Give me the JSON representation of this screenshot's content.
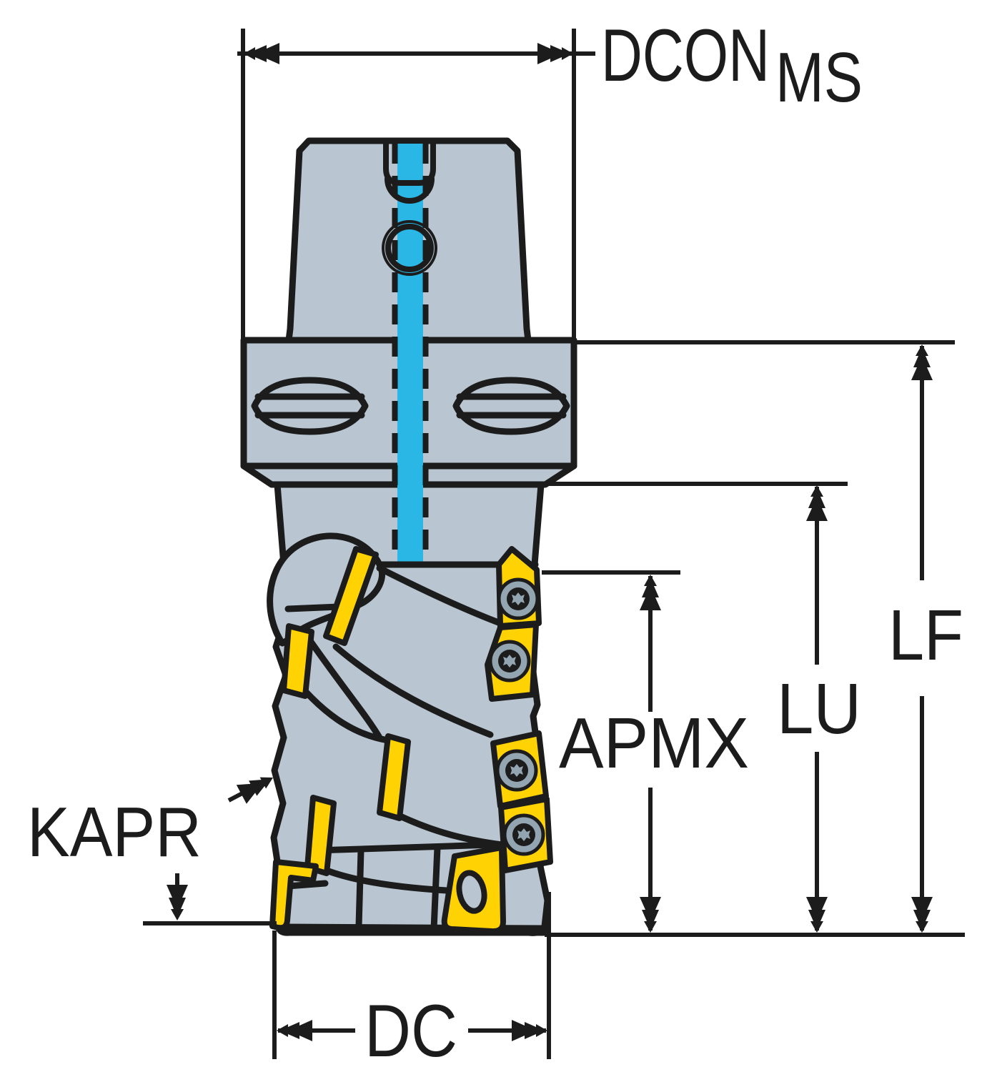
{
  "diagram": {
    "labels": {
      "dcon": "DCON",
      "dcon_subscript": "MS",
      "lf": "LF",
      "lu": "LU",
      "apmx": "APMX",
      "kapr": "KAPR",
      "dc": "DC"
    },
    "colors": {
      "background": "#ffffff",
      "outline": "#1c1c1c",
      "body": "#b9c6d1",
      "coolant": "#2bb7e6",
      "insert": "#ffd303",
      "screw": "#93a5b1"
    },
    "parts": [
      "shank",
      "flange",
      "coolant-channel",
      "neck",
      "cutter-body",
      "insert",
      "insert-screw"
    ]
  }
}
